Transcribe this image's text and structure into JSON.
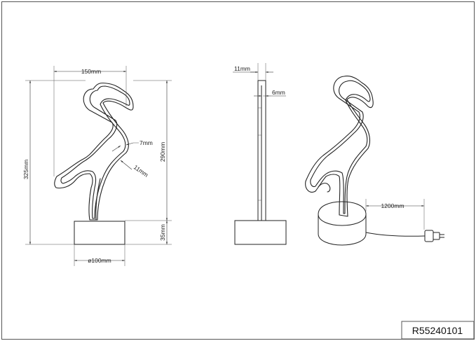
{
  "dimensions": {
    "width_top": "150mm",
    "height_total": "325mm",
    "height_neon": "290mm",
    "height_base": "35mm",
    "base_diameter": "ø100mm",
    "tube_width": "7mm",
    "profile_width": "11mm",
    "side_depth": "11mm",
    "side_inner": "6mm",
    "cable_length": "1200mm"
  },
  "product_code": "R55240101",
  "colors": {
    "line": "#222222",
    "frame": "#555555",
    "background": "#ffffff"
  }
}
